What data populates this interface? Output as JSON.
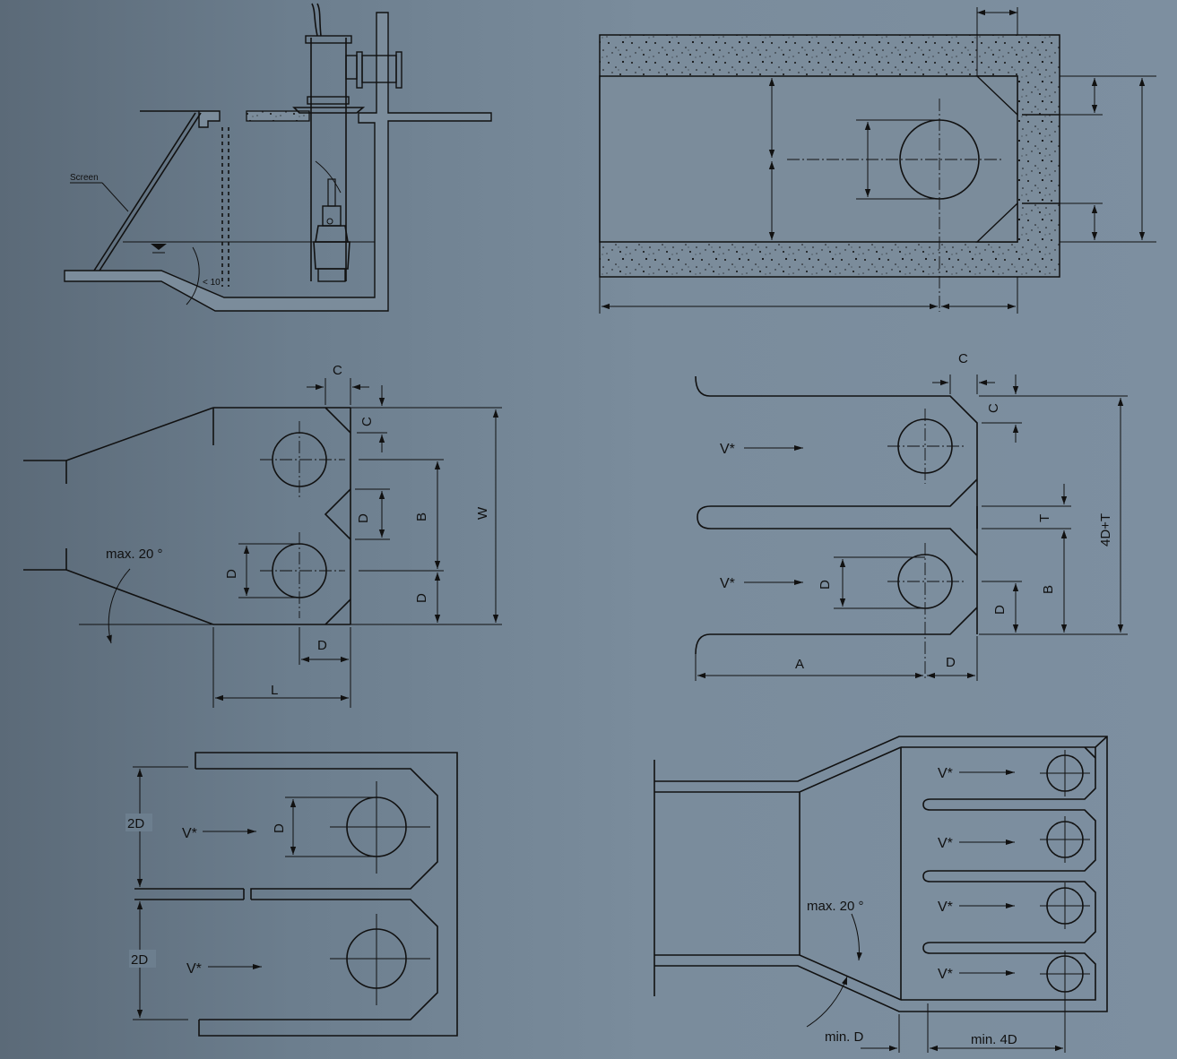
{
  "labels": {
    "screen": "Screen",
    "angle_small": "< 10",
    "c": "C",
    "d": "D",
    "b": "B",
    "w": "W",
    "l": "L",
    "a": "A",
    "t": "T",
    "four_d_t": "4D+T",
    "two_d": "2D",
    "v_star": "V*",
    "max20": "max. 20 °",
    "min_d": "min. D",
    "min_4d": "min. 4D"
  },
  "colors": {
    "background_left": "#5b6a78",
    "background_right": "#7d8fa0",
    "line": "#111111"
  }
}
